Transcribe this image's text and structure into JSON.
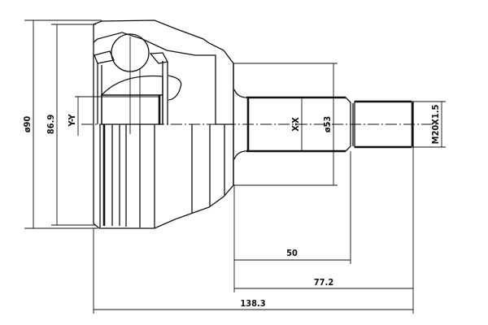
{
  "title": "CV joint outer dimension drawing",
  "dimensions": {
    "outer_diameter": "ø90",
    "bell_diameter": "86.9",
    "section_y": "Y-Y",
    "section_x": "X-X",
    "shaft_diameter": "ø53",
    "thread": "M20X1.5",
    "shaft_length": "50",
    "stub_length": "77.2",
    "overall_length": "138.3"
  },
  "colors": {
    "line": "#111111",
    "background": "#ffffff"
  }
}
